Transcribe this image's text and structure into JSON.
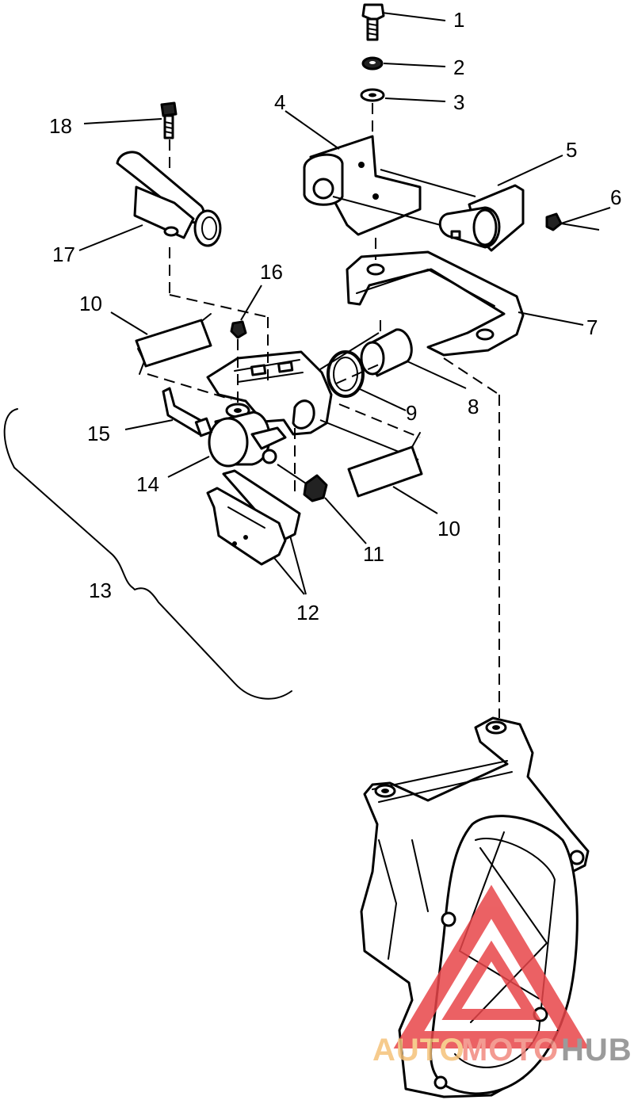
{
  "callouts": {
    "c1": "1",
    "c2": "2",
    "c3": "3",
    "c4": "4",
    "c5": "5",
    "c6": "6",
    "c7": "7",
    "c8": "8",
    "c9": "9",
    "c10a": "10",
    "c10b": "10",
    "c11": "11",
    "c12": "12",
    "c13": "13",
    "c14": "14",
    "c15": "15",
    "c16": "16",
    "c17": "17",
    "c18": "18"
  },
  "watermark": {
    "part1": "AUTO",
    "part2": "MOTO",
    "part3": "HUB",
    "color_auto": "#f5c27a",
    "color_moto": "#f28a80",
    "color_hub": "#8a8a8a",
    "triangle_color": "#e8464a"
  }
}
